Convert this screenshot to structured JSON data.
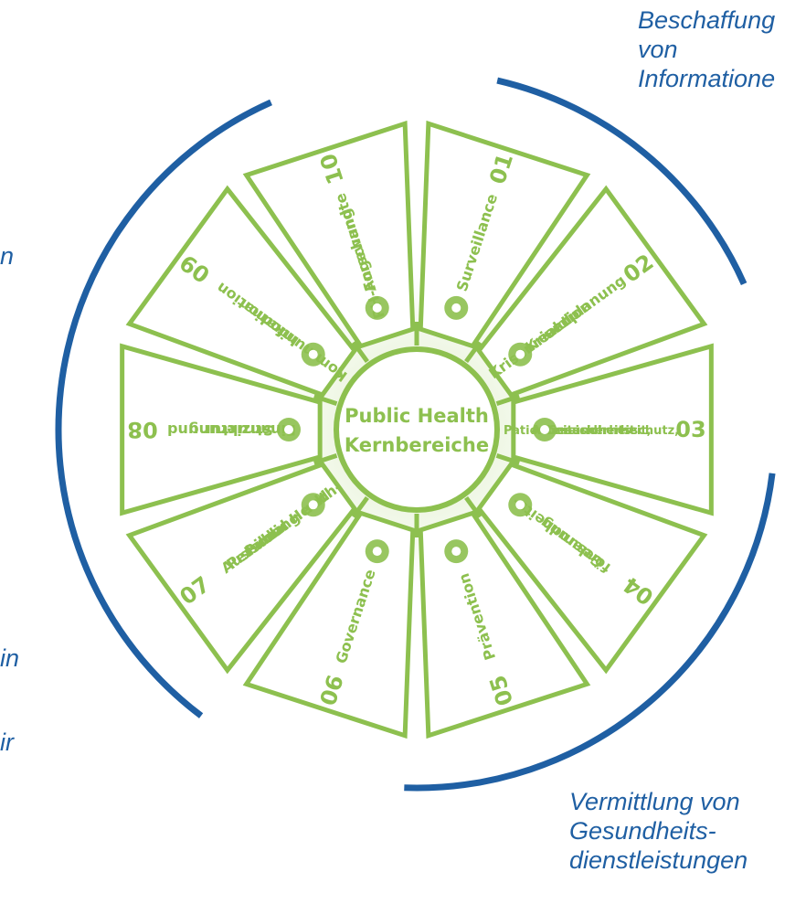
{
  "colors": {
    "green": "#8dc04f",
    "green_glow": "#e6f2d4",
    "blue": "#1f5fa3"
  },
  "center": {
    "line1": "Public Health",
    "line2": "Kernbereiche"
  },
  "segments": [
    {
      "number": "01",
      "lines": [
        "Surveillance"
      ],
      "icon": "binoculars-icon"
    },
    {
      "number": "02",
      "lines": [
        "Krisenplanung",
        "und",
        "Krisenreaktion"
      ],
      "icon": "monitor-chart-icon"
    },
    {
      "number": "03",
      "lines": [
        "Gesundheitsschutz,",
        "Arbeitssicherheit,",
        "Patientensicherheit"
      ],
      "icon": "people-hands-icon"
    },
    {
      "number": "04",
      "lines": [
        "Gesundheits-",
        "förderung"
      ],
      "icon": "apple-icon"
    },
    {
      "number": "05",
      "lines": [
        "Prävention"
      ],
      "icon": "syringe-icon"
    },
    {
      "number": "06",
      "lines": [
        "Governance"
      ],
      "icon": "government-building-icon"
    },
    {
      "number": "07",
      "lines": [
        "Public Health-",
        "Ausbildung und",
        "Personal"
      ],
      "icon": "network-people-icon"
    },
    {
      "number": "08",
      "lines": [
        "Struktur und",
        "Finanzierung"
      ],
      "icon": "scales-icon"
    },
    {
      "number": "09",
      "lines": [
        "Information",
        "und",
        "Kommunikation"
      ],
      "icon": "speech-bubbles-icon"
    },
    {
      "number": "10",
      "lines": [
        "Angewandte",
        "PH-Forschung"
      ],
      "icon": "books-icon"
    }
  ],
  "captions": {
    "top": [
      "Beschaffung",
      "von",
      "Informatione"
    ],
    "bottom": [
      "Vermittlung von",
      "Gesundheits-",
      "dienstleistungen"
    ]
  },
  "left_fragments": [
    "n",
    "in",
    "ir"
  ]
}
